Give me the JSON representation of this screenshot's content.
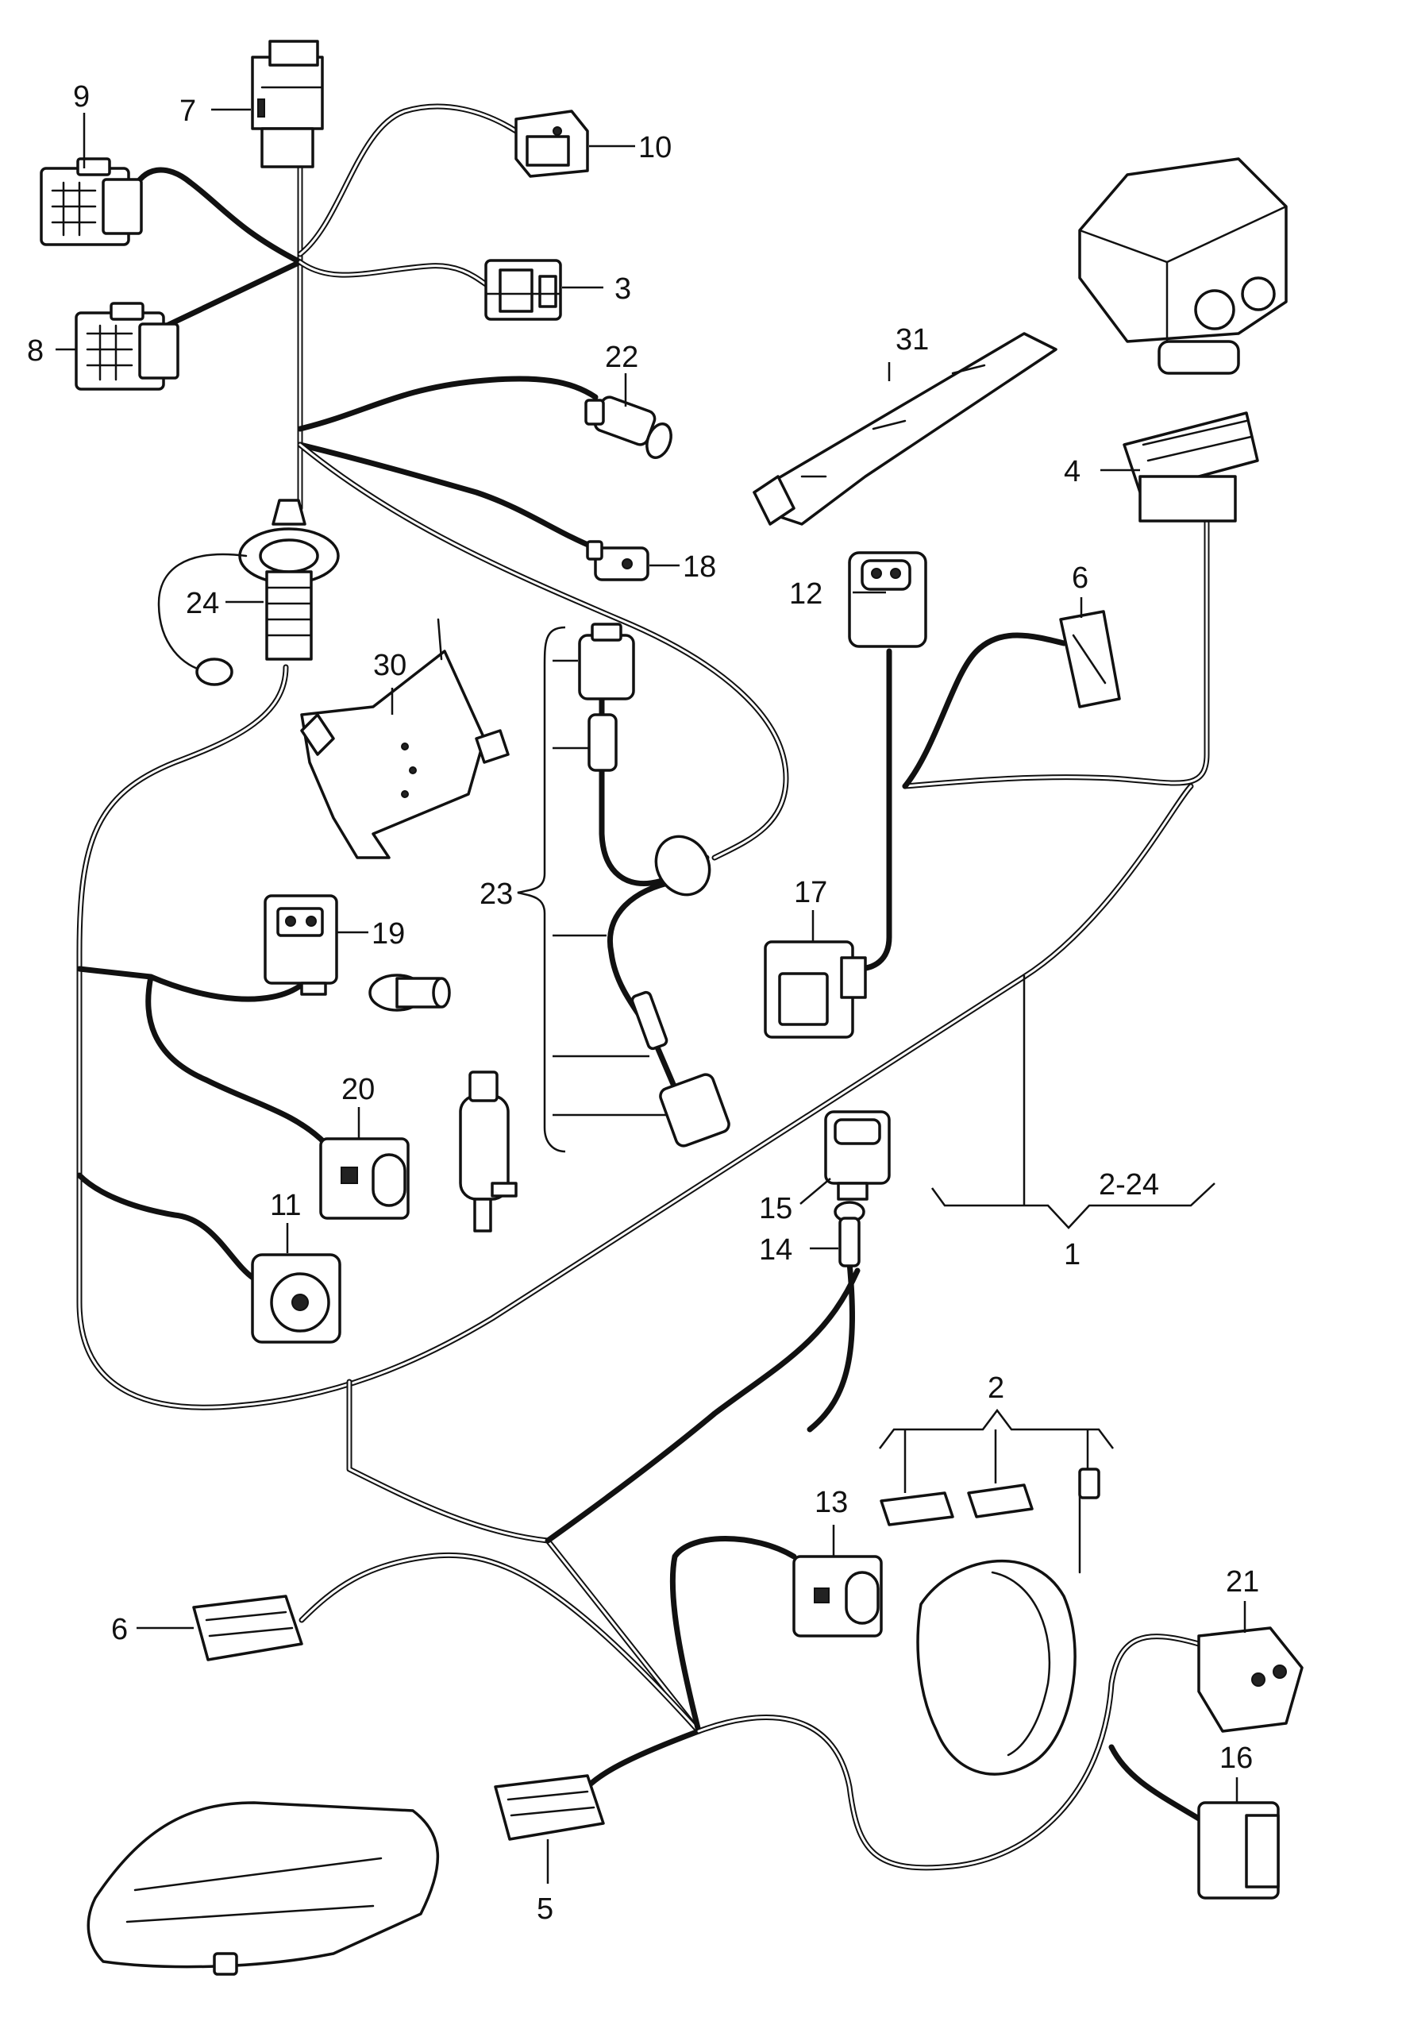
{
  "labels": {
    "p1": "1",
    "p2": "2",
    "p2_24": "2-24",
    "p3": "3",
    "p4": "4",
    "p5": "5",
    "p6a": "6",
    "p6b": "6",
    "p7": "7",
    "p8": "8",
    "p9": "9",
    "p10": "10",
    "p11": "11",
    "p12": "12",
    "p13": "13",
    "p14": "14",
    "p15": "15",
    "p16": "16",
    "p17": "17",
    "p18": "18",
    "p19": "19",
    "p20": "20",
    "p21": "21",
    "p22": "22",
    "p23": "23",
    "p24": "24",
    "p30": "30",
    "p31": "31"
  }
}
